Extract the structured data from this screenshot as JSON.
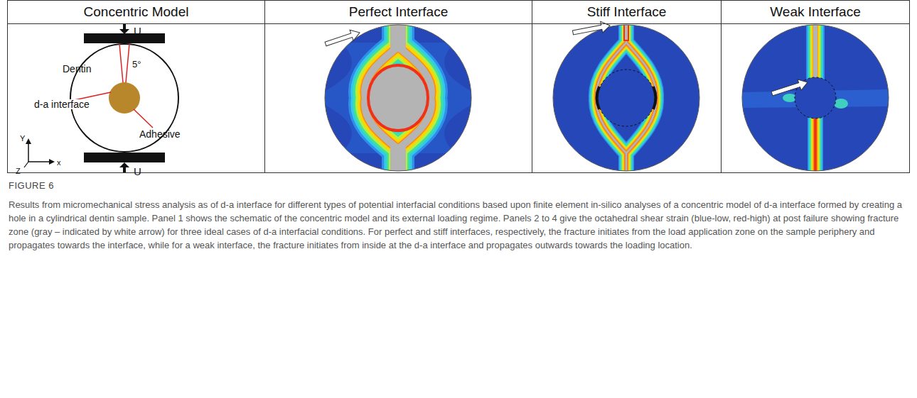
{
  "diagram": {
    "caption": "Results from micromechanical stress analysis as of d-a interface for different types of potential interfacial conditions based upon finite element in-silico analyses of a concentric model of d-a interface formed by creating a hole in a cylindrical dentin sample. Panel 1 shows the schematic of the concentric model and its external loading regime. Panels 2 to 4 give the octahedral shear strain (blue-low, red-high) at post failure showing fracture zone (gray – indicated by white arrow) for three ideal cases of d-a interfacial conditions. For perfect and stiff interfaces, respectively, the fracture initiates from the load application zone on the sample periphery and propagates towards the interface, while for a weak interface, the fracture initiates from inside at the d-a interface and propagates outwards towards the loading location.",
    "nodes": [
      {
        "text": [
          "Concentric Model"
        ]
      },
      {
        "text": [
          "Perfect Interface"
        ]
      },
      {
        "text": [
          "Stiff Interface"
        ]
      },
      {
        "text": [
          "Weak Interface"
        ]
      }
    ],
    "labels": [
      "U",
      "5°",
      "Dentin",
      "d-a interface",
      "Adhesive",
      "U",
      "Y",
      "Z",
      "x",
      "FIGURE 6"
    ]
  }
}
